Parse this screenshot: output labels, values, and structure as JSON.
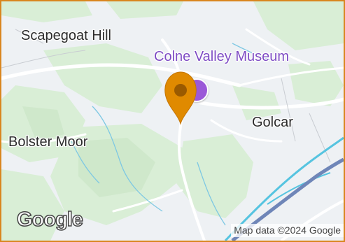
{
  "map": {
    "places": {
      "scapegoat_hill": "Scapegoat Hill",
      "golcar": "Golcar",
      "bolster_moor": "Bolster Moor"
    },
    "poi": {
      "name": "Colne Valley Museum",
      "color": "#7e4cc4"
    },
    "pin": {
      "icon": "map-pin-icon",
      "color": "#e08a00"
    },
    "logo": "Google",
    "attribution": "Map data ©2024 Google",
    "colors": {
      "frame_border": "#d9861f",
      "land": "#eef1f4",
      "park": "#dcefd8",
      "water": "#56c4e0",
      "railway": "#6f86b8"
    }
  }
}
